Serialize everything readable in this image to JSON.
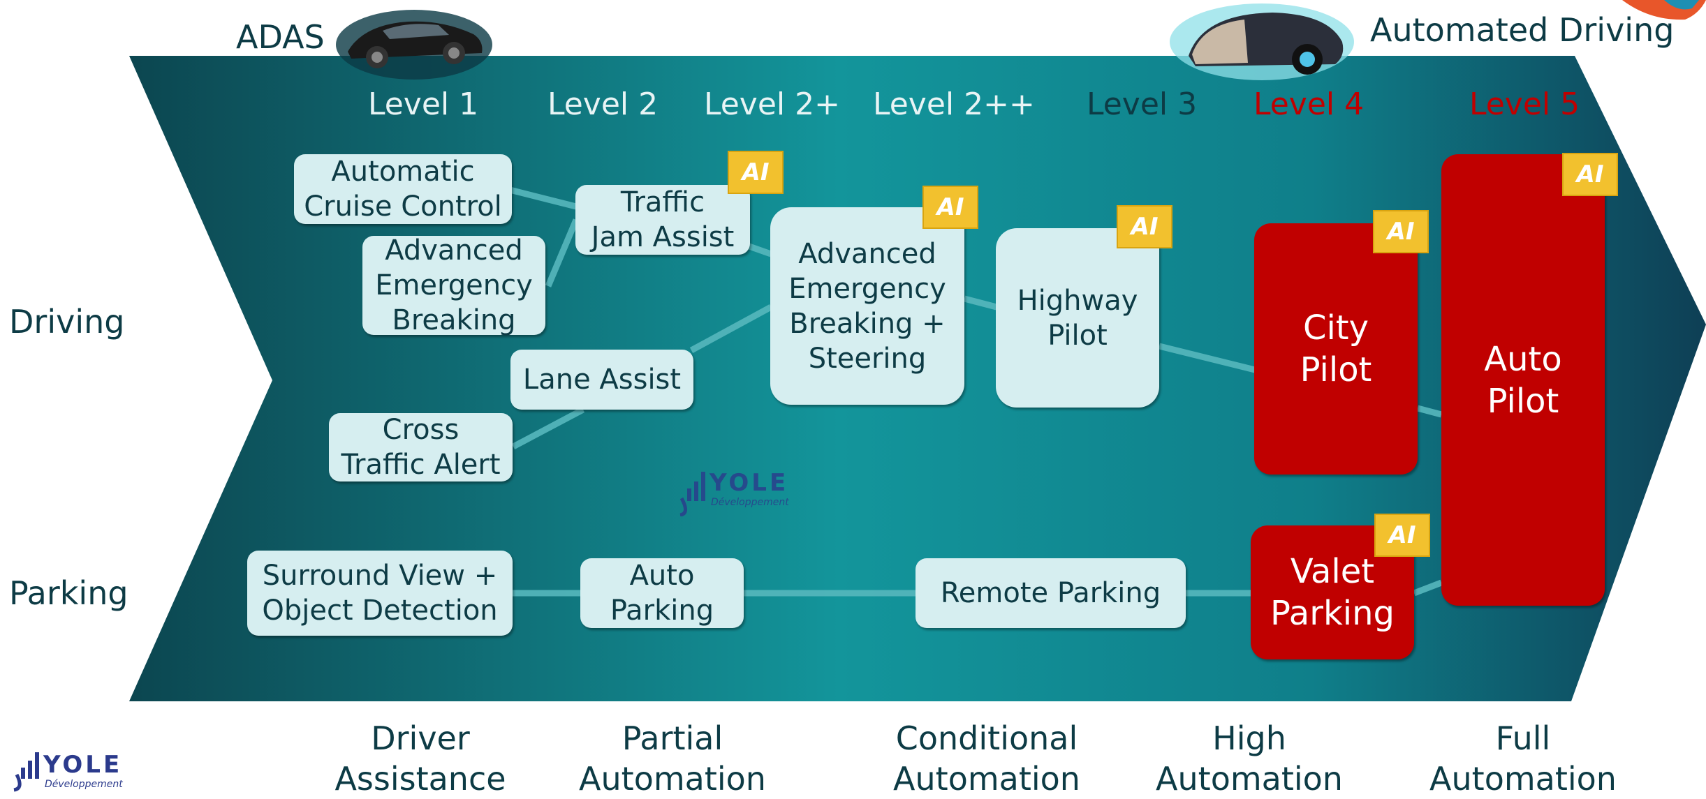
{
  "header": {
    "left_label": "ADAS",
    "right_label": "Automated Driving"
  },
  "levels": [
    "Level 1",
    "Level 2",
    "Level 2+",
    "Level 2++",
    "Level 3",
    "Level 4",
    "Level 5"
  ],
  "level_colors": {
    "light": "#e8f4f5",
    "dark": "#0d3b45",
    "red": "#c00000"
  },
  "rows": {
    "driving": "Driving",
    "parking": "Parking"
  },
  "features": {
    "acc": "Automatic\nCruise Control",
    "aeb": "Advanced\nEmergency\nBreaking",
    "tja": "Traffic\nJam Assist",
    "lane": "Lane Assist",
    "cta": "Cross\nTraffic Alert",
    "aebs": "Advanced\nEmergency\nBreaking +\nSteering",
    "hwp": "Highway\nPilot",
    "city": "City\nPilot",
    "auto": "Auto\nPilot",
    "svod": "Surround View +\nObject Detection",
    "ap": "Auto\nParking",
    "rp": "Remote Parking",
    "valet": "Valet\nParking"
  },
  "ai_badge": "AI",
  "categories": [
    "Driver\nAssistance",
    "Partial\nAutomation",
    "Conditional\nAutomation",
    "High\nAutomation",
    "Full\nAutomation"
  ],
  "watermark": {
    "brand": "YOLE",
    "sub": "Développement"
  },
  "colors": {
    "band_dark": "#0f4f5a",
    "band_mid": "#12939a",
    "box": "#d6eef0",
    "red": "#c00000",
    "ai": "#f2c12e",
    "text_dark": "#0d3b45"
  }
}
